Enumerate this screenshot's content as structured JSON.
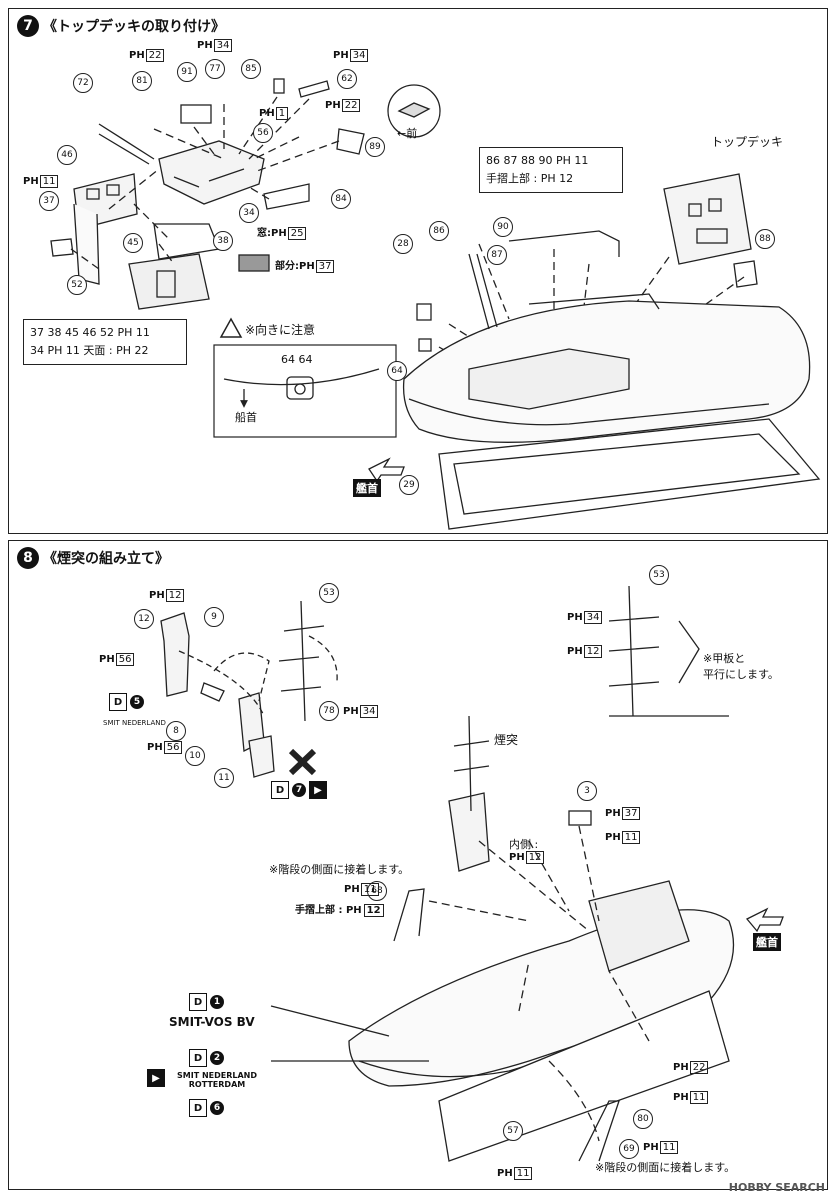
{
  "step7": {
    "number": "7",
    "title": "《トップデッキの取り付け》",
    "part_labels": [
      "72",
      "81",
      "91",
      "77",
      "85",
      "62",
      "56",
      "89",
      "46",
      "37",
      "45",
      "38",
      "34",
      "84",
      "52",
      "86",
      "87",
      "88",
      "90",
      "28",
      "64"
    ],
    "ph_refs": [
      {
        "prefix": "PH",
        "num": "22"
      },
      {
        "prefix": "PH",
        "num": "34"
      },
      {
        "prefix": "PH",
        "num": "34"
      },
      {
        "prefix": "PH",
        "num": "1"
      },
      {
        "prefix": "PH",
        "num": "22"
      },
      {
        "prefix": "PH",
        "num": "11"
      },
      {
        "prefix": "窓:PH",
        "num": "25"
      },
      {
        "prefix": "部分:PH",
        "num": "37"
      }
    ],
    "front_label": "←前",
    "topdeck_label": "トップデッキ",
    "rail_note_line1": "86 87 88 90 PH 11",
    "rail_note_line2": "手摺上部 : PH 12",
    "parts_note_line1": "37 38 45 46 52 PH 11",
    "parts_note_line2": "34 PH 11 天面 : PH 22",
    "caution": "※向きに注意",
    "bow_label": "船首",
    "bow_arrow_label": "艦首",
    "caution_parts": "64 64",
    "part_29": "29"
  },
  "step8": {
    "number": "8",
    "title": "《煙突の組み立て》",
    "part_labels": [
      "53",
      "12",
      "9",
      "8",
      "5",
      "10",
      "11",
      "78",
      "3",
      "68",
      "57",
      "69",
      "80",
      "7"
    ],
    "ph_refs": [
      {
        "prefix": "PH",
        "num": "12"
      },
      {
        "prefix": "PH",
        "num": "56"
      },
      {
        "prefix": "PH",
        "num": "56"
      },
      {
        "prefix": "PH",
        "num": "34"
      },
      {
        "prefix": "PH",
        "num": "34"
      },
      {
        "prefix": "PH",
        "num": "12"
      },
      {
        "prefix": "PH",
        "num": "37"
      },
      {
        "prefix": "PH",
        "num": "11"
      },
      {
        "prefix": "PH",
        "num": "12"
      },
      {
        "prefix": "PH",
        "num": "11"
      },
      {
        "prefix": "PH",
        "num": "22"
      },
      {
        "prefix": "PH",
        "num": "11"
      },
      {
        "prefix": "PH",
        "num": "11"
      },
      {
        "prefix": "PH",
        "num": "11"
      }
    ],
    "parallel_note": "※甲板と\n平行にします。",
    "funnel_label": "煙突",
    "inner_label": "内側 :",
    "stair_note": "※階段の側面に接着します。",
    "stair_note2": "※階段の側面に接着します。",
    "rail_top": "手摺上部 : PH",
    "rail_top_num": "12",
    "bow_arrow_label": "艦首",
    "decals": [
      {
        "mark": "D",
        "num": "1",
        "text": "SMIT-VOS BV"
      },
      {
        "mark": "D",
        "num": "2",
        "text": "SMIT NEDERLAND ROTTERDAM"
      },
      {
        "mark": "D",
        "num": "6",
        "text": ""
      }
    ],
    "decal5_text": "SMIT NEDERLAND"
  },
  "watermark": "HOBBY SEARCH"
}
